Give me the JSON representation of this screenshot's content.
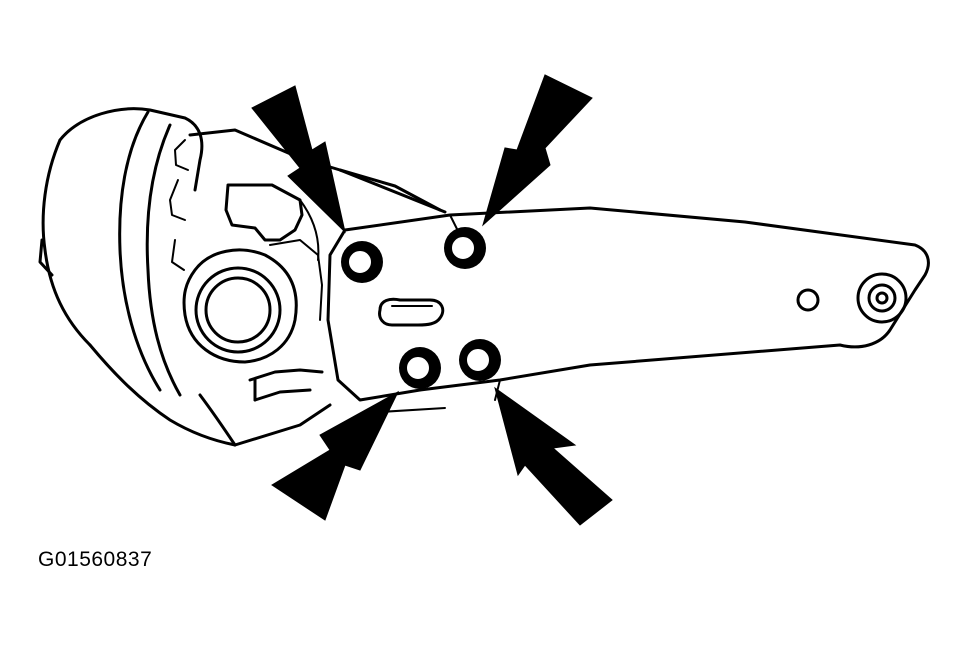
{
  "figure": {
    "code": "G01560837"
  },
  "colors": {
    "line": "#000000",
    "background": "#ffffff"
  },
  "parts": {
    "bolts": [
      {
        "id": "upper-left"
      },
      {
        "id": "upper-right"
      },
      {
        "id": "lower-left"
      },
      {
        "id": "lower-right"
      }
    ],
    "arrows_count": 4
  }
}
